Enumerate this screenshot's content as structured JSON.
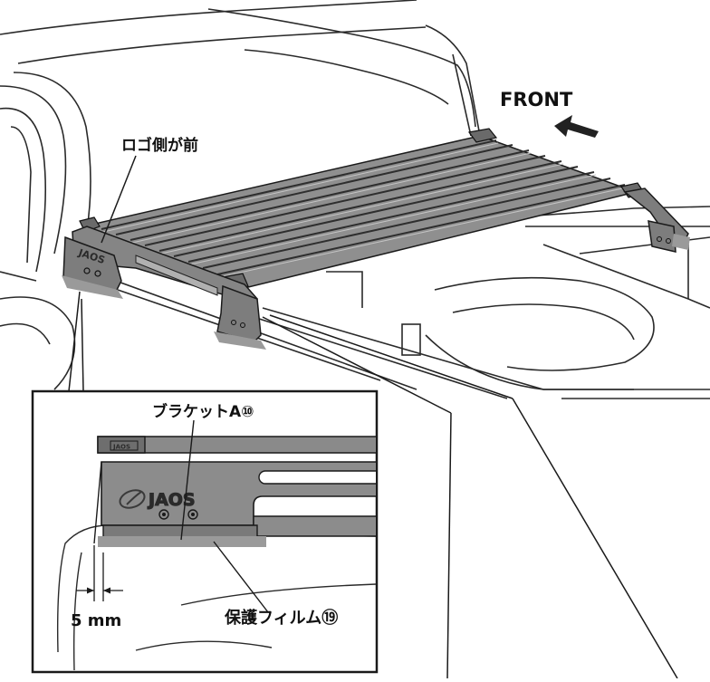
{
  "labels": {
    "front": "FRONT",
    "logo_side": "ロゴ側が前",
    "bracket": "ブラケットA⑩",
    "gap": "5 mm",
    "protective_film": "保護フィルム⑲"
  },
  "logo": {
    "brand_small": "JAOS",
    "brand_large": "JAOS"
  },
  "colors": {
    "rack_metal": "#8a8a8a",
    "rack_dark": "#5a5a5a",
    "film_gray": "#9a9a9a",
    "line": "#1a1a1a"
  }
}
